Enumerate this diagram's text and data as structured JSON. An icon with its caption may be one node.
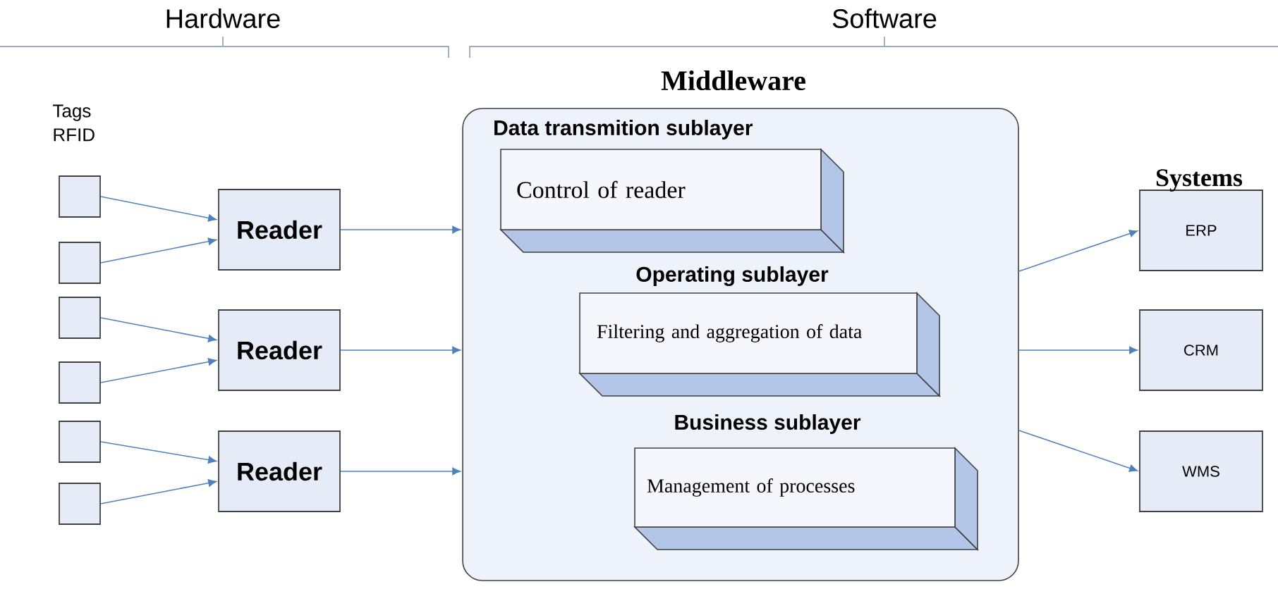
{
  "diagram": {
    "nodes": [
      {
        "text": [],
        "shape": "box"
      },
      {
        "text": [],
        "shape": "box"
      },
      {
        "text": [],
        "shape": "box"
      },
      {
        "text": [],
        "shape": "box"
      },
      {
        "text": [],
        "shape": "box"
      },
      {
        "text": [],
        "shape": "box"
      },
      {
        "text": [
          "Reader"
        ]
      },
      {
        "text": [
          "Reader"
        ]
      },
      {
        "text": [
          "Reader"
        ]
      },
      {
        "text": [
          "Middleware"
        ]
      },
      {
        "text": [
          "Data transmition sublayer",
          "Control of reader"
        ],
        "in": 9
      },
      {
        "text": [
          "Operating sublayer",
          "Filtering and aggregation of data"
        ],
        "in": 9
      },
      {
        "text": [
          "Business sublayer",
          "Management of processes"
        ],
        "in": 9
      },
      {
        "text": [
          "ERP"
        ]
      },
      {
        "text": [
          "CRM"
        ]
      },
      {
        "text": [
          "WMS"
        ]
      }
    ],
    "edges": [
      {
        "from": 0,
        "to": 6,
        "arrow": "to"
      },
      {
        "from": 1,
        "to": 6,
        "arrow": "to"
      },
      {
        "from": 2,
        "to": 7,
        "arrow": "to"
      },
      {
        "from": 3,
        "to": 7,
        "arrow": "to"
      },
      {
        "from": 4,
        "to": 8,
        "arrow": "to"
      },
      {
        "from": 5,
        "to": 8,
        "arrow": "to"
      },
      {
        "from": 6,
        "to": 9,
        "arrow": "to"
      },
      {
        "from": 7,
        "to": 9,
        "arrow": "to"
      },
      {
        "from": 8,
        "to": 9,
        "arrow": "to"
      },
      {
        "from": 9,
        "to": 13,
        "arrow": "to"
      },
      {
        "from": 9,
        "to": 14,
        "arrow": "to"
      },
      {
        "from": 9,
        "to": 15,
        "arrow": "to"
      }
    ],
    "labels": [
      "Hardware",
      "Software",
      "Tags RFID",
      "Systems"
    ]
  }
}
